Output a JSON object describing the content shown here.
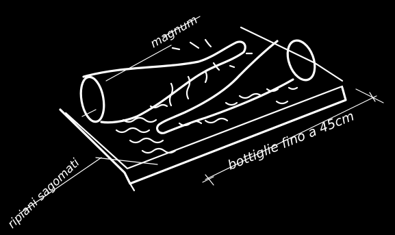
{
  "labels": {
    "magnum": "magnum",
    "bottles": "bottiglie fino a 45cm",
    "shelves": "ripiani sagomati"
  },
  "colors": {
    "background": "#000000",
    "line": "#ffffff"
  }
}
